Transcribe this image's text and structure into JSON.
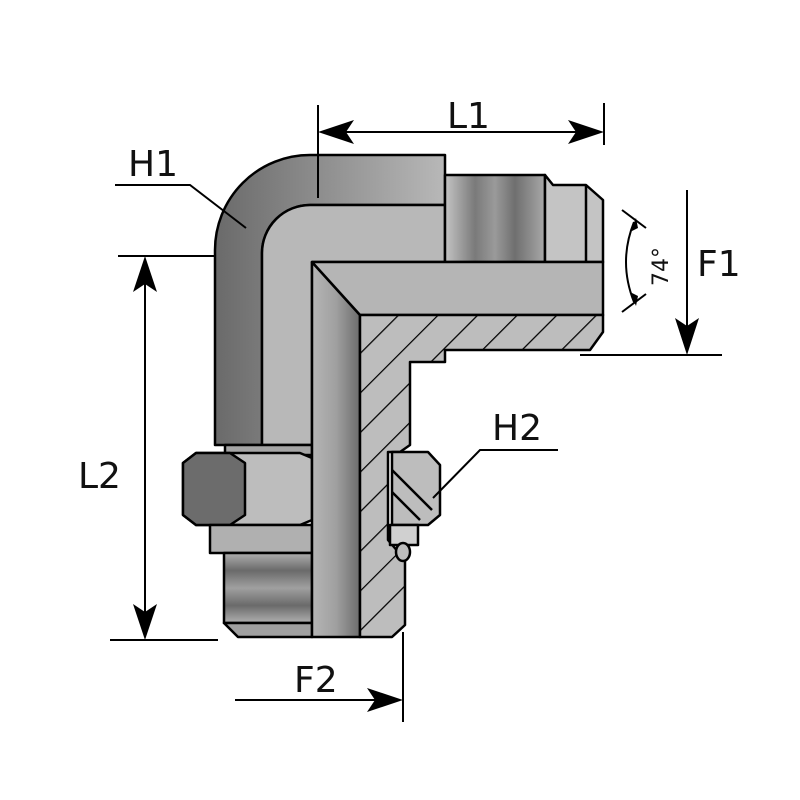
{
  "labels": {
    "L1": "L1",
    "L2": "L2",
    "F1": "F1",
    "F2": "F2",
    "H1": "H1",
    "H2": "H2",
    "angle": "74°"
  },
  "colors": {
    "body_light": "#bdbdbd",
    "body_mid": "#a8a8a8",
    "body_dark": "#6e6e6e",
    "outline": "#000000"
  }
}
